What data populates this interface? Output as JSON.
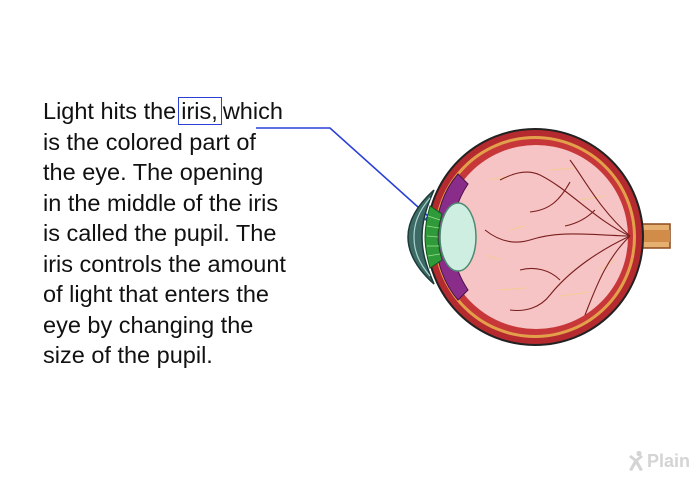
{
  "description": {
    "lines": [
      {
        "before": "Light hits the",
        "highlight": "iris,",
        "after": "which"
      },
      {
        "text": "is the colored part of"
      },
      {
        "text": "the eye. The opening"
      },
      {
        "text": "in the middle of the iris"
      },
      {
        "text": "is called the pupil. The"
      },
      {
        "text": "iris controls the amount"
      },
      {
        "text": "of light that enters the"
      },
      {
        "text": "eye by changing the"
      },
      {
        "text": "size of the pupil."
      }
    ]
  },
  "logo": {
    "text": "Plain"
  },
  "colors": {
    "highlight_box": "#2a3fd6",
    "pointer_line": "#2a3fd6",
    "sclera_outer": "#b52a2e",
    "retina_fill": "#f6c4c4",
    "iris": "#2f9a3a",
    "lens": "#cdeee0",
    "cornea": "#3e6a66",
    "ciliary": "#8a2d8a"
  },
  "icons": {
    "logo_mark": "x-figure-icon",
    "pointer": "arrow-pointer-icon"
  }
}
